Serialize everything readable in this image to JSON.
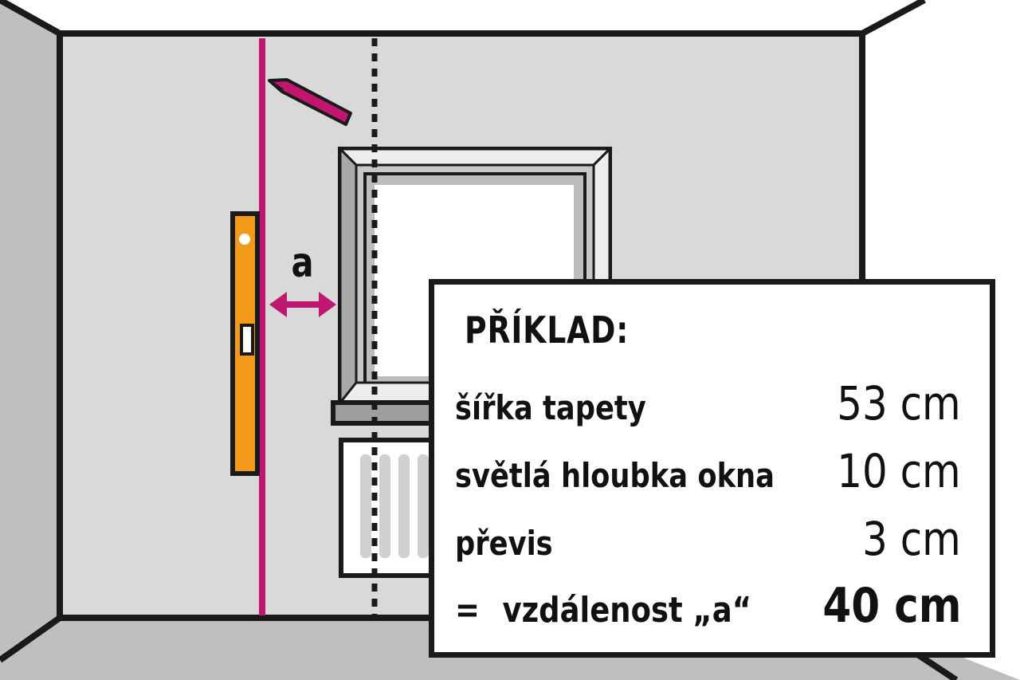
{
  "diagram": {
    "colors": {
      "wall": "#d9d9d9",
      "floor": "#bfbfbf",
      "outline": "#1a1a1a",
      "plumb_line": "#c0166f",
      "spirit_level": "#f39a1b",
      "window_glass": "#ffffff"
    },
    "dimension_label": "a",
    "icons": [
      "spirit-level-icon",
      "pencil-icon",
      "double-arrow-icon",
      "window-icon",
      "radiator-icon"
    ]
  },
  "example": {
    "title": "PŘÍKLAD:",
    "rows": [
      {
        "label": "šířka tapety",
        "value": "53 cm"
      },
      {
        "label": "světlá hloubka okna",
        "value": "10 cm"
      },
      {
        "label": "převis",
        "value": "3 cm"
      }
    ],
    "result": {
      "sign": "=",
      "label": "vzdálenost „a“",
      "value": "40 cm"
    }
  }
}
